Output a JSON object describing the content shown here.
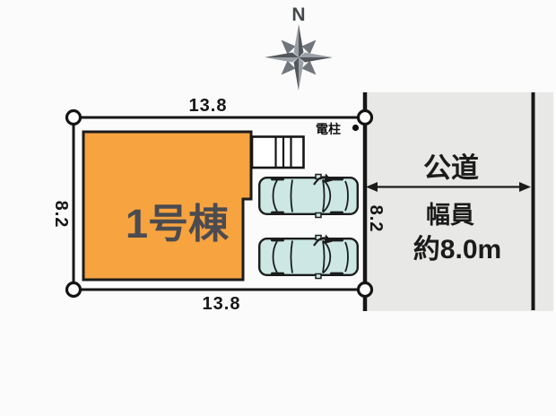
{
  "compass": {
    "label": "N"
  },
  "lot": {
    "dim_top": "13.8",
    "dim_bottom": "13.8",
    "dim_left": "8.2",
    "dim_right": "8.2",
    "building": {
      "label": "1号棟"
    },
    "utility_pole": {
      "label": "電柱"
    }
  },
  "road": {
    "name": "公道",
    "width_line1": "幅員",
    "width_line2": "約8.0m"
  },
  "icons": {
    "compass_rose": "compass-rose",
    "car": "car-top-view",
    "utility_pole_dot": "pole-dot",
    "corner_marker": "boundary-corner-circle",
    "entrance_steps": "entrance-steps"
  },
  "colors": {
    "building_fill": "#F6A340",
    "road_fill": "#E8E8E7",
    "car_fill": "#CDE8E4",
    "line": "#161616",
    "label": "#4B4B50",
    "compass_dark": "#53575C",
    "compass_light": "#9AA0A6"
  }
}
